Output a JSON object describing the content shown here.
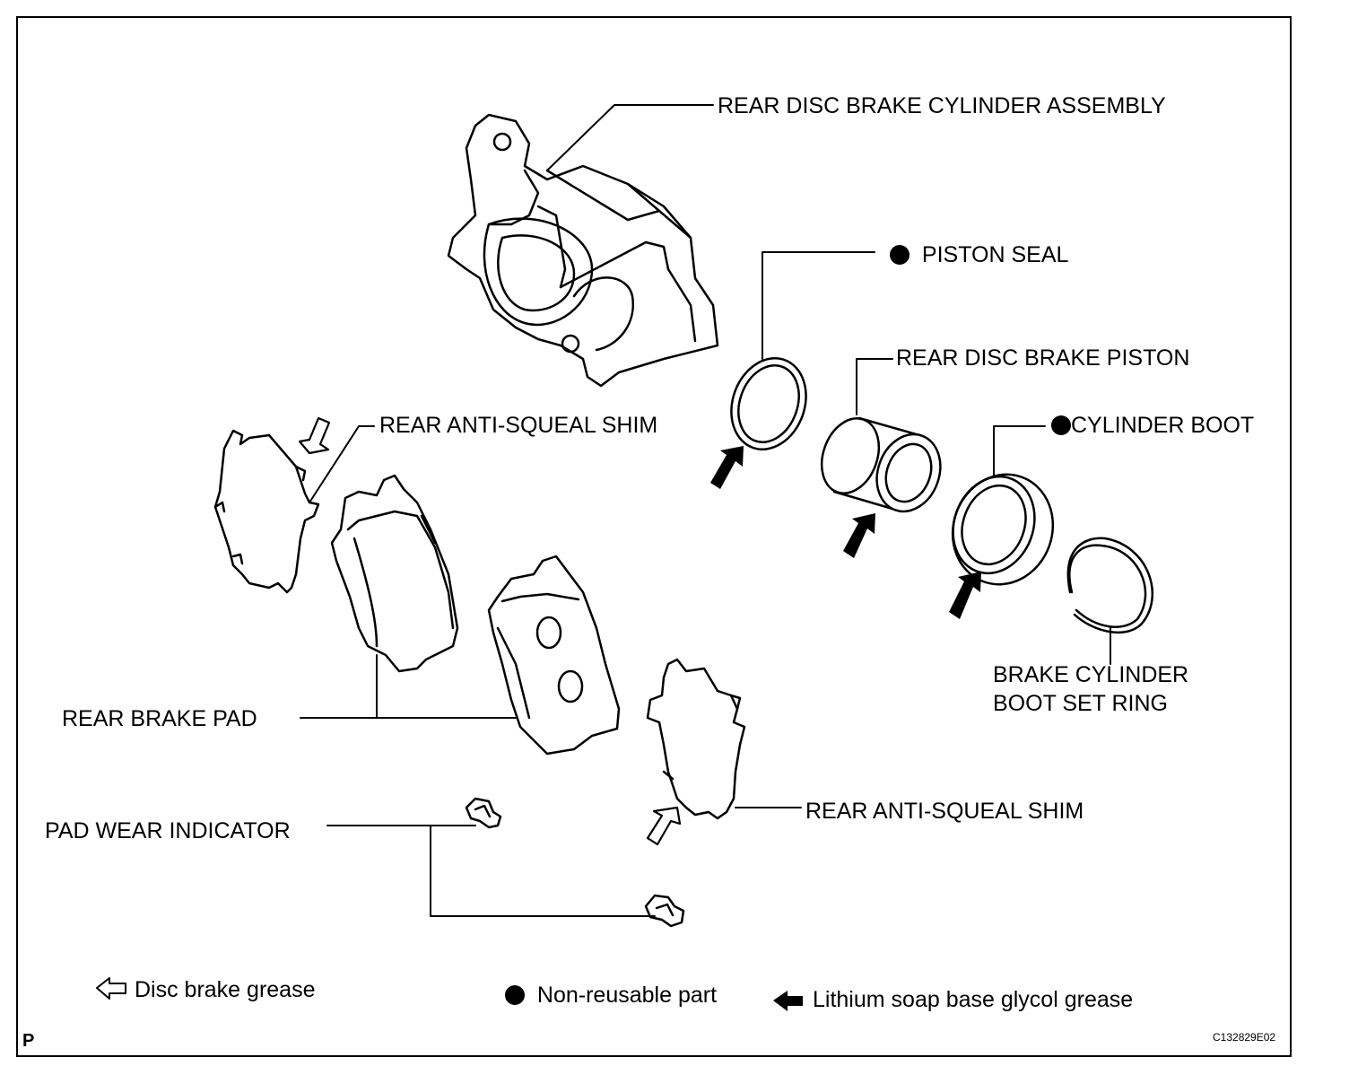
{
  "labels": {
    "caliper": "REAR DISC BRAKE CYLINDER ASSEMBLY",
    "piston_seal": "PISTON SEAL",
    "piston": "REAR DISC BRAKE PISTON",
    "cylinder_boot": "CYLINDER BOOT",
    "shim_upper": "REAR ANTI-SQUEAL SHIM",
    "shim_lower": "REAR ANTI-SQUEAL SHIM",
    "set_ring_line1": "BRAKE CYLINDER",
    "set_ring_line2": "BOOT SET RING",
    "brake_pad": "REAR BRAKE PAD",
    "wear_indicator": "PAD WEAR INDICATOR"
  },
  "legend": {
    "disc_grease": "Disc brake grease",
    "non_reusable": "Non-reusable part",
    "lithium_grease": "Lithium soap base glycol grease"
  },
  "footer": {
    "corner_mark": "P",
    "figure_code": "C132829E02"
  },
  "colors": {
    "ink": "#000000",
    "paper": "#ffffff"
  }
}
